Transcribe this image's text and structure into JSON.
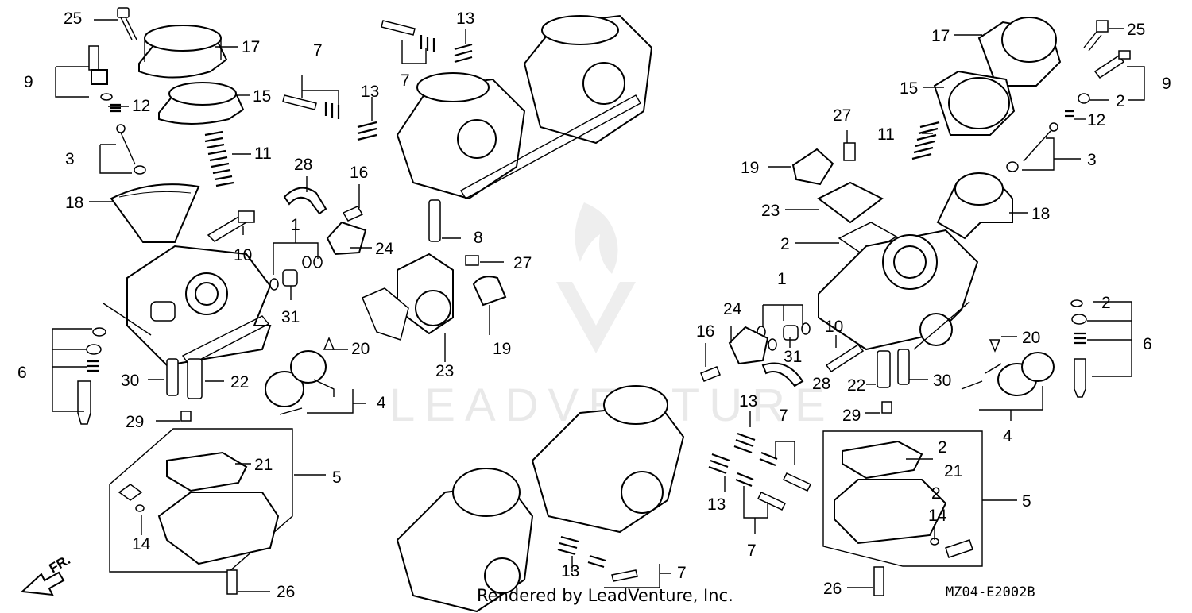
{
  "diagram": {
    "footer": "Rendered by LeadVenture, Inc.",
    "code": "MZ04-E2002B",
    "watermark": "LEADVENTURE",
    "direction_label": "FR.",
    "callouts": [
      "1",
      "2",
      "3",
      "4",
      "5",
      "6",
      "7",
      "8",
      "9",
      "10",
      "11",
      "12",
      "13",
      "14",
      "15",
      "16",
      "17",
      "18",
      "19",
      "20",
      "21",
      "22",
      "23",
      "24",
      "25",
      "26",
      "27",
      "28",
      "29",
      "30",
      "31"
    ]
  }
}
